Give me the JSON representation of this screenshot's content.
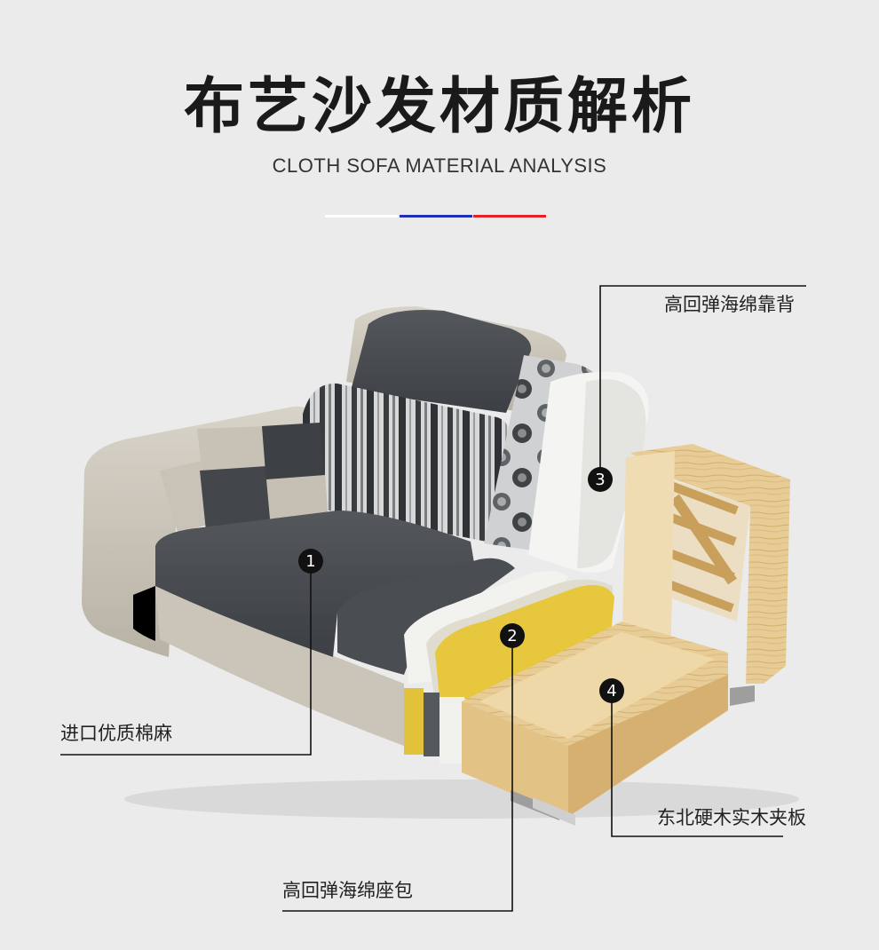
{
  "header": {
    "title_cn": "布艺沙发材质解析",
    "title_en": "CLOTH SOFA MATERIAL ANALYSIS"
  },
  "accent_colors": {
    "white": "#ffffff",
    "blue": "#1f2fb8",
    "red": "#e4212a"
  },
  "callouts": [
    {
      "number": "1",
      "label": "进口优质棉麻"
    },
    {
      "number": "2",
      "label": "高回弹海绵座包"
    },
    {
      "number": "3",
      "label": "高回弹海绵靠背"
    },
    {
      "number": "4",
      "label": "东北硬木实木夹板"
    }
  ]
}
